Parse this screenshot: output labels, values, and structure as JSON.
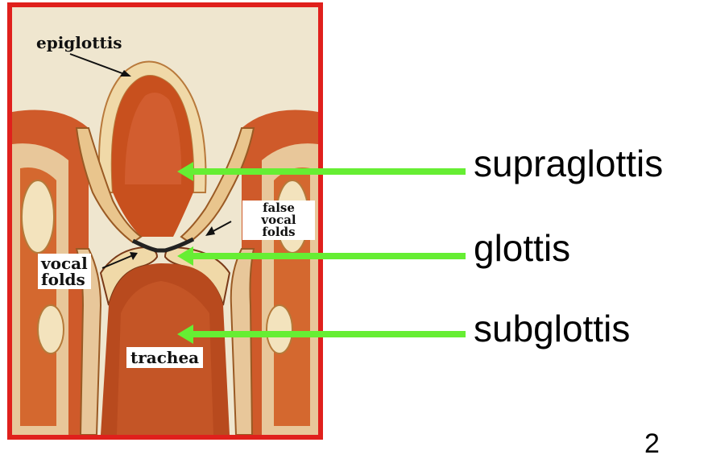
{
  "image_labels": {
    "epiglottis": "epiglottis",
    "false_vocal_folds": [
      "false",
      "vocal",
      "folds"
    ],
    "vocal_folds": [
      "vocal",
      "folds"
    ],
    "trachea": "trachea"
  },
  "regions": {
    "supraglottis": "supraglottis",
    "glottis": "glottis",
    "subglottis": "subglottis"
  },
  "page_number": "2",
  "colors": {
    "frame": "#e0201c",
    "arrow": "#66ee33",
    "tissue": "#c8501e",
    "background": "#ffffff"
  }
}
